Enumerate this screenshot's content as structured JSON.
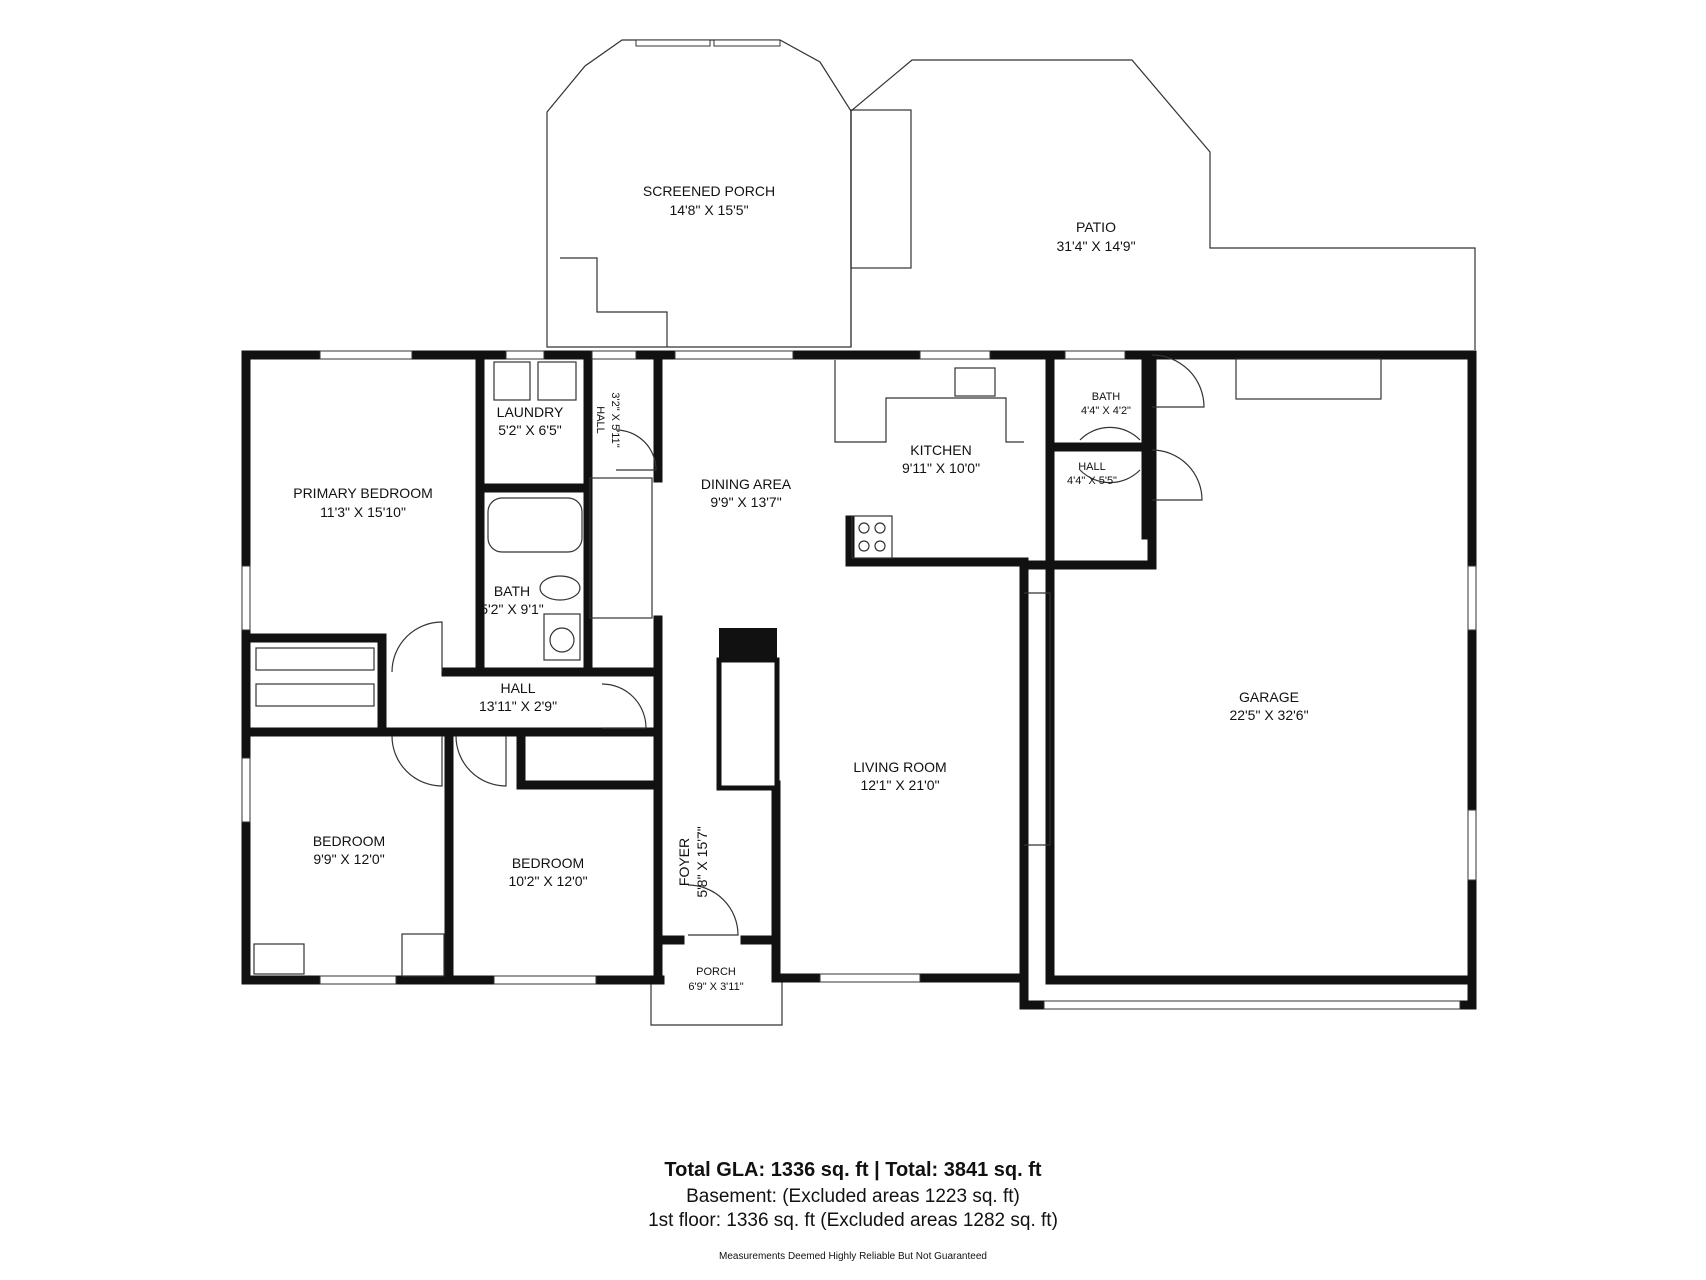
{
  "rooms": {
    "screened_porch": {
      "name": "SCREENED PORCH",
      "dim": "14'8\" X 15'5\""
    },
    "patio": {
      "name": "PATIO",
      "dim": "31'4\" X 14'9\""
    },
    "primary_bedroom": {
      "name": "PRIMARY BEDROOM",
      "dim": "11'3\" X 15'10\""
    },
    "laundry": {
      "name": "LAUNDRY",
      "dim": "5'2\" X 6'5\""
    },
    "hall_small": {
      "name": "HALL",
      "dim": "3'2\" X 5'11\""
    },
    "dining_area": {
      "name": "DINING AREA",
      "dim": "9'9\" X 13'7\""
    },
    "kitchen": {
      "name": "KITCHEN",
      "dim": "9'11\" X 10'0\""
    },
    "bath_small": {
      "name": "BATH",
      "dim": "4'4\" X 4'2\""
    },
    "hall_kitchen": {
      "name": "HALL",
      "dim": "4'4\" X 5'5\""
    },
    "bath_main": {
      "name": "BATH",
      "dim": "5'2\" X 9'1\""
    },
    "hall_main": {
      "name": "HALL",
      "dim": "13'11\" X 2'9\""
    },
    "garage": {
      "name": "GARAGE",
      "dim": "22'5\" X 32'6\""
    },
    "living_room": {
      "name": "LIVING ROOM",
      "dim": "12'1\" X 21'0\""
    },
    "bedroom_1": {
      "name": "BEDROOM",
      "dim": "9'9\" X 12'0\""
    },
    "bedroom_2": {
      "name": "BEDROOM",
      "dim": "10'2\" X 12'0\""
    },
    "foyer": {
      "name": "FOYER",
      "dim": "5'8\" X 15'7\""
    },
    "porch": {
      "name": "PORCH",
      "dim": "6'9\" X 3'11\""
    }
  },
  "footer": {
    "total": "Total GLA: 1336 sq. ft | Total: 3841 sq. ft",
    "basement": "Basement: (Excluded areas 1223 sq. ft)",
    "first_floor": "1st floor: 1336 sq. ft (Excluded areas 1282 sq. ft)",
    "note": "Measurements Deemed Highly Reliable But Not Guaranteed"
  },
  "colors": {
    "wall": "#111111",
    "line": "#333333",
    "background": "#ffffff"
  }
}
